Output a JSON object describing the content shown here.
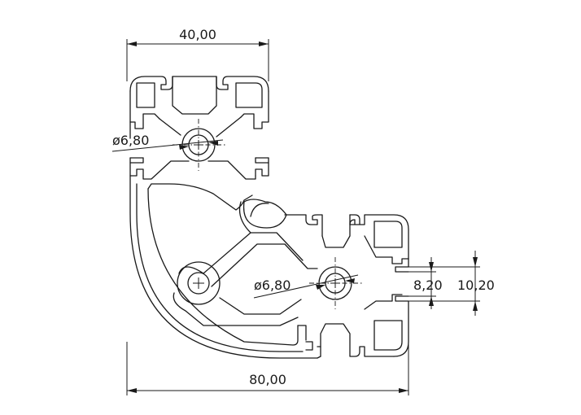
{
  "dimensions": {
    "top_width": "40,00",
    "bottom_width": "80,00",
    "hole_diameter_upper": "ø6,80",
    "hole_diameter_lower": "ø6,80",
    "slot_inner": "8,20",
    "slot_outer": "10,20"
  },
  "colors": {
    "line": "#1a1a1a",
    "background": "#ffffff"
  }
}
